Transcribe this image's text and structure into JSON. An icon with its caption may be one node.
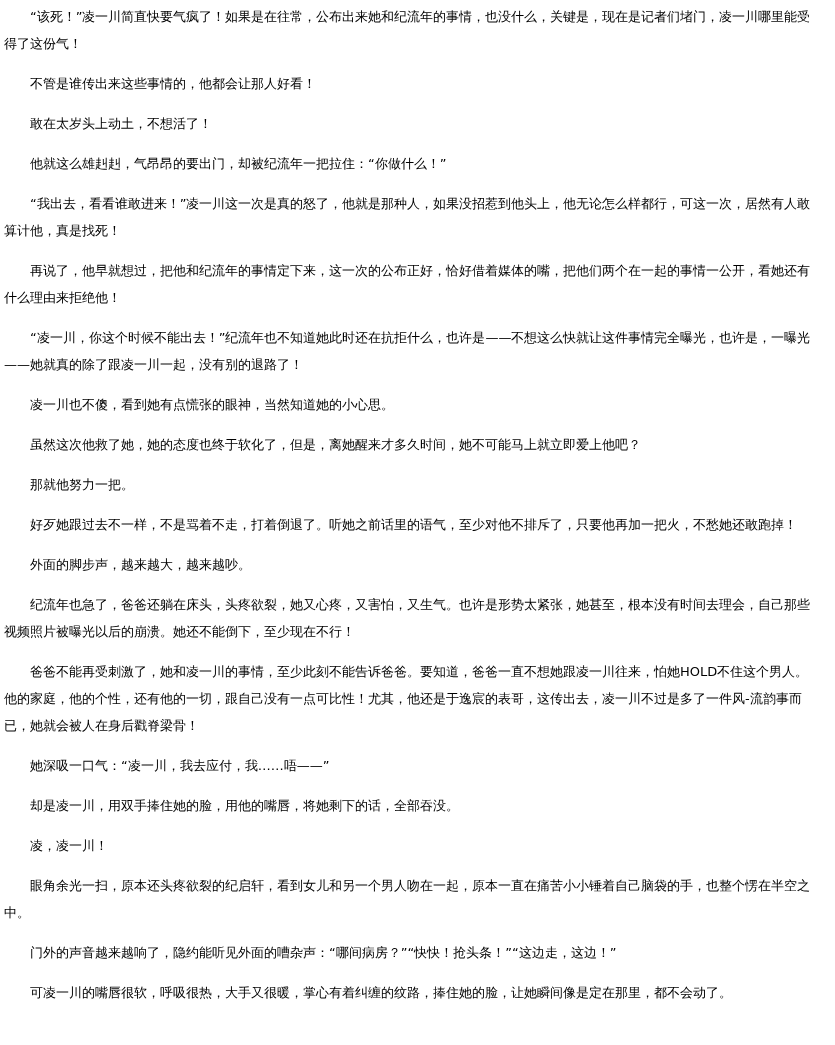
{
  "diagram": {
    "labels": [
      "“该死！”凌一川简直快要气疯了！如果是在往常，公布出来她和纪流年的事情，也没什么，关键是，现在是记者们堵门，凌一川哪里能受得了这份气！",
      "不管是谁传出来这些事情的，他都会让那人好看！",
      "敢在太岁头上动土，不想活了！",
      "他就这么雄赳赳，气昂昂的要出门，却被纪流年一把拉住：“你做什么！”",
      "“我出去，看看谁敢进来！”凌一川这一次是真的怒了，他就是那种人，如果没招惹到他头上，他无论怎么样都行，可这一次，居然有人敢算计他，真是找死！",
      "再说了，他早就想过，把他和纪流年的事情定下来，这一次的公布正好，恰好借着媒体的嘴，把他们两个在一起的事情一公开，看她还有什么理由来拒绝他！",
      "“凌一川，你这个时候不能出去！”纪流年也不知道她此时还在抗拒什么，也许是——不想这么快就让这件事情完全曝光，也许是，一曝光——她就真的除了跟凌一川一起，没有别的退路了！",
      "凌一川也不傻，看到她有点慌张的眼神，当然知道她的小心思。",
      "虽然这次他救了她，她的态度也终于软化了，但是，离她醒来才多久时间，她不可能马上就立即爱上他吧？",
      "那就他努力一把。",
      "好歹她跟过去不一样，不是骂着不走，打着倒退了。听她之前话里的语气，至少对他不排斥了，只要他再加一把火，不愁她还敢跑掉！",
      "外面的脚步声，越来越大，越来越吵。",
      "纪流年也急了，爸爸还躺在床头，头疼欲裂，她又心疼，又害怕，又生气。也许是形势太紧张，她甚至，根本没有时间去理会，自己那些视频照片被曝光以后的崩溃。她还不能倒下，至少现在不行！",
      "爸爸不能再受刺激了，她和凌一川的事情，至少此刻不能告诉爸爸。要知道，爸爸一直不想她跟凌一川往来，怕她HOLD不住这个男人。他的家庭，他的个性，还有他的一切，跟自己没有一点可比性！尤其，他还是于逸宸的表哥，这传出去，凌一川不过是多了一件风-流韵事而已，她就会被人在身后戳脊梁骨！",
      "她深吸一口气：“凌一川，我去应付，我……唔——”",
      "却是凌一川，用双手捧住她的脸，用他的嘴唇，将她剩下的话，全部吞没。",
      "凌，凌一川！",
      "眼角余光一扫，原本还头疼欲裂的纪启轩，看到女儿和另一个男人吻在一起，原本一直在痛苦小小锤着自己脑袋的手，也整个愣在半空之中。",
      "门外的声音越来越响了，隐约能听见外面的嘈杂声：“哪间病房？”“快快！抢头条！”“这边走，这边！”",
      "可凌一川的嘴唇很软，呼吸很热，大手又很暖，掌心有着纠缠的纹路，捧住她的脸，让她瞬间像是定在那里，都不会动了。"
    ]
  }
}
